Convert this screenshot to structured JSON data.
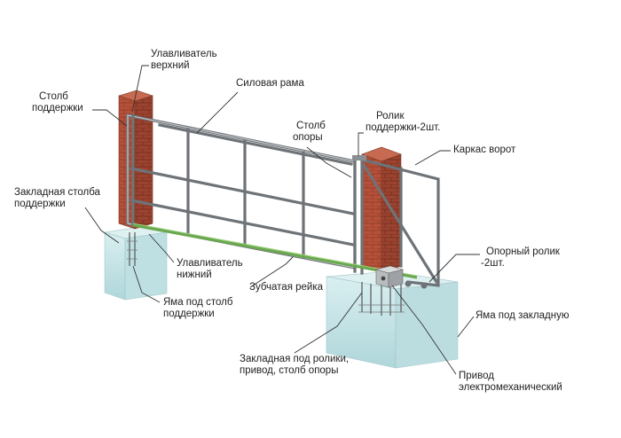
{
  "labels": {
    "catcher_top": [
      "Улавливатель",
      "верхний"
    ],
    "support_post": [
      "Столб",
      "поддержки"
    ],
    "power_frame": "Силовая рама",
    "post_of_support": [
      "Столб",
      "опоры"
    ],
    "rollers": [
      "Ролик",
      "поддержки-2шт."
    ],
    "gate_frame": "Каркас ворот",
    "embed_support_post": [
      "Закладная столба",
      "поддержки"
    ],
    "bearing_roller": [
      "Опорный ролик",
      "-2шт."
    ],
    "catcher_bottom": [
      "Улавливатель",
      "нижний"
    ],
    "toothed_rack": "Зубчатая рейка",
    "pit_support_post": [
      "Яма под столб",
      "поддержки"
    ],
    "pit_embed": "Яма под закладную",
    "embed_rollers": [
      "Закладная под ролики,",
      "привод, столб опоры"
    ],
    "drive": [
      "Привод",
      "электромеханический"
    ]
  },
  "colors": {
    "brick": "#b5513a",
    "frame": "#6e7378",
    "glass": "#c8e3e6",
    "rack": "#6aa84f"
  }
}
